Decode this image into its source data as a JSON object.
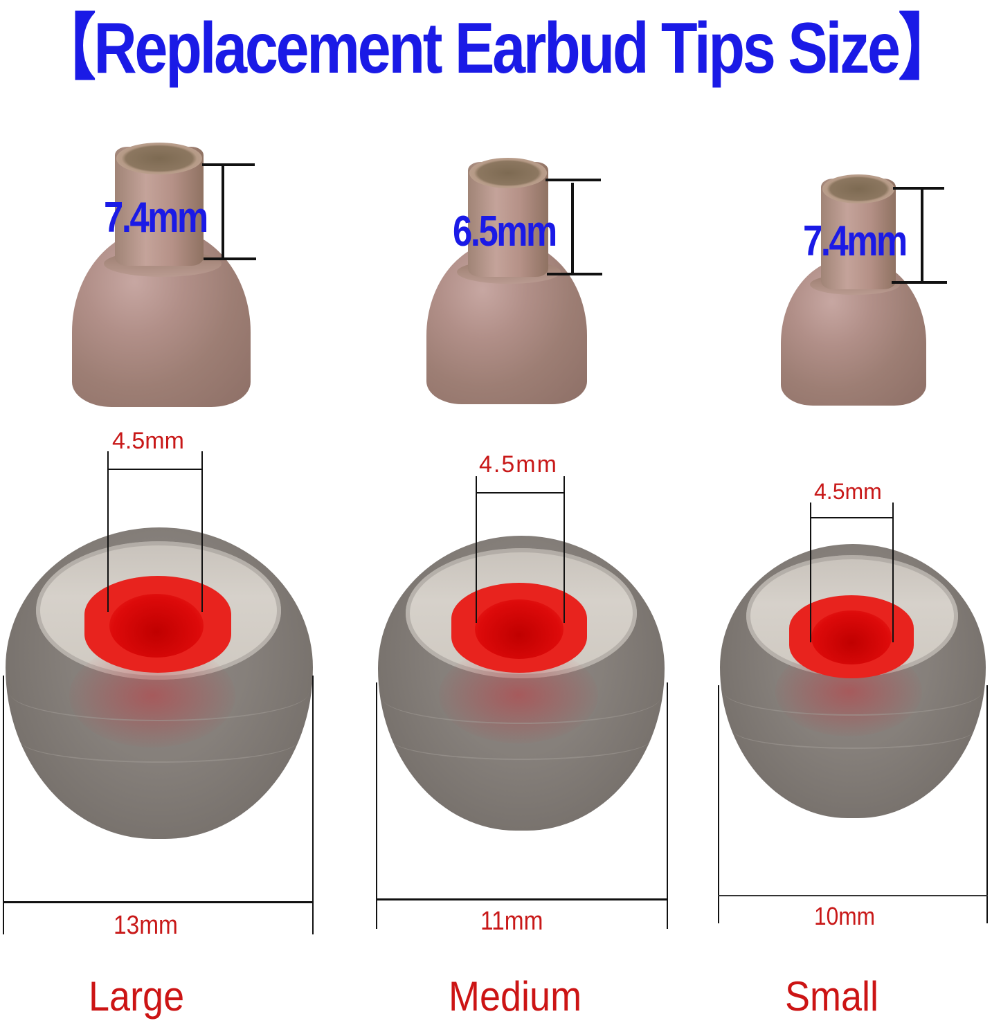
{
  "title": "【Replacement Earbud Tips Size】",
  "colors": {
    "title": "#1a1ae6",
    "stem_label": "#1a1ae6",
    "tip_dimension_text": "#c81818",
    "size_label": "#cc1414",
    "core": "#e8231e",
    "tip_body": "#86807b",
    "stem_body": "#b18f88",
    "dimension_lines": "#111111"
  },
  "sizes": [
    {
      "name": "Large",
      "stem_length": "7.4mm",
      "bore_diameter": "4.5mm",
      "tip_diameter": "13mm"
    },
    {
      "name": "Medium",
      "stem_length": "6.5mm",
      "bore_diameter": "4.5mm",
      "tip_diameter": "11mm"
    },
    {
      "name": "Small",
      "stem_length": "7.4mm",
      "bore_diameter": "4.5mm",
      "tip_diameter": "10mm"
    }
  ]
}
